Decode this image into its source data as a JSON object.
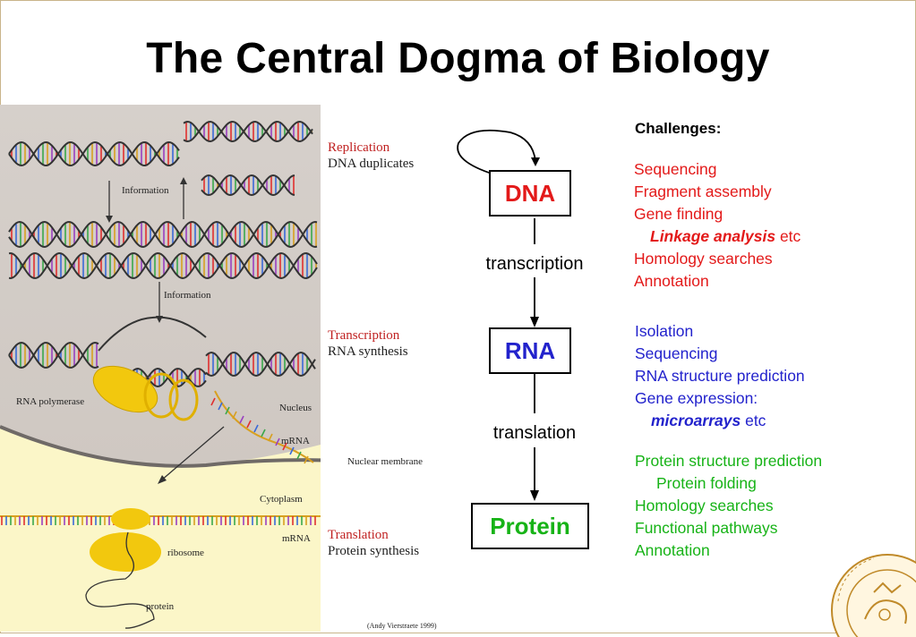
{
  "title": "The Central Dogma of Biology",
  "illustration": {
    "labels": {
      "information_top": "Information",
      "information_mid": "Information",
      "rna_polymerase": "RNA polymerase",
      "nucleus": "Nucleus",
      "mrna_nucleus": "mRNA",
      "nuclear_membrane": "Nuclear membrane",
      "cytoplasm": "Cytoplasm",
      "mrna_cytoplasm": "mRNA",
      "ribosome": "ribosome",
      "protein": "protein"
    },
    "stages": {
      "replication_title": "Replication",
      "replication_desc": "DNA duplicates",
      "transcription_title": "Transcription",
      "transcription_desc": "RNA synthesis",
      "translation_title": "Translation",
      "translation_desc": "Protein synthesis"
    },
    "credit": "(Andy Vierstraete 1999)"
  },
  "flow": {
    "dna": "DNA",
    "rna": "RNA",
    "protein": "Protein",
    "transcription": "transcription",
    "translation": "translation",
    "colors": {
      "dna": "#e31919",
      "rna": "#2222cc",
      "protein": "#17b317"
    }
  },
  "challenges": {
    "heading": "Challenges:",
    "dna": {
      "items": [
        "Sequencing",
        "Fragment assembly",
        "Gene finding"
      ],
      "sub_bold": "Linkage analysis",
      "sub_rest": " etc",
      "items2": [
        "Homology searches",
        "Annotation"
      ]
    },
    "rna": {
      "items": [
        "Isolation",
        "Sequencing",
        "RNA structure prediction",
        "Gene expression:"
      ],
      "sub_bold": "microarrays",
      "sub_rest": " etc"
    },
    "protein": {
      "first": "Protein structure prediction",
      "sub": "Protein folding",
      "items": [
        "Homology searches",
        "Functional pathways",
        "Annotation"
      ]
    }
  }
}
